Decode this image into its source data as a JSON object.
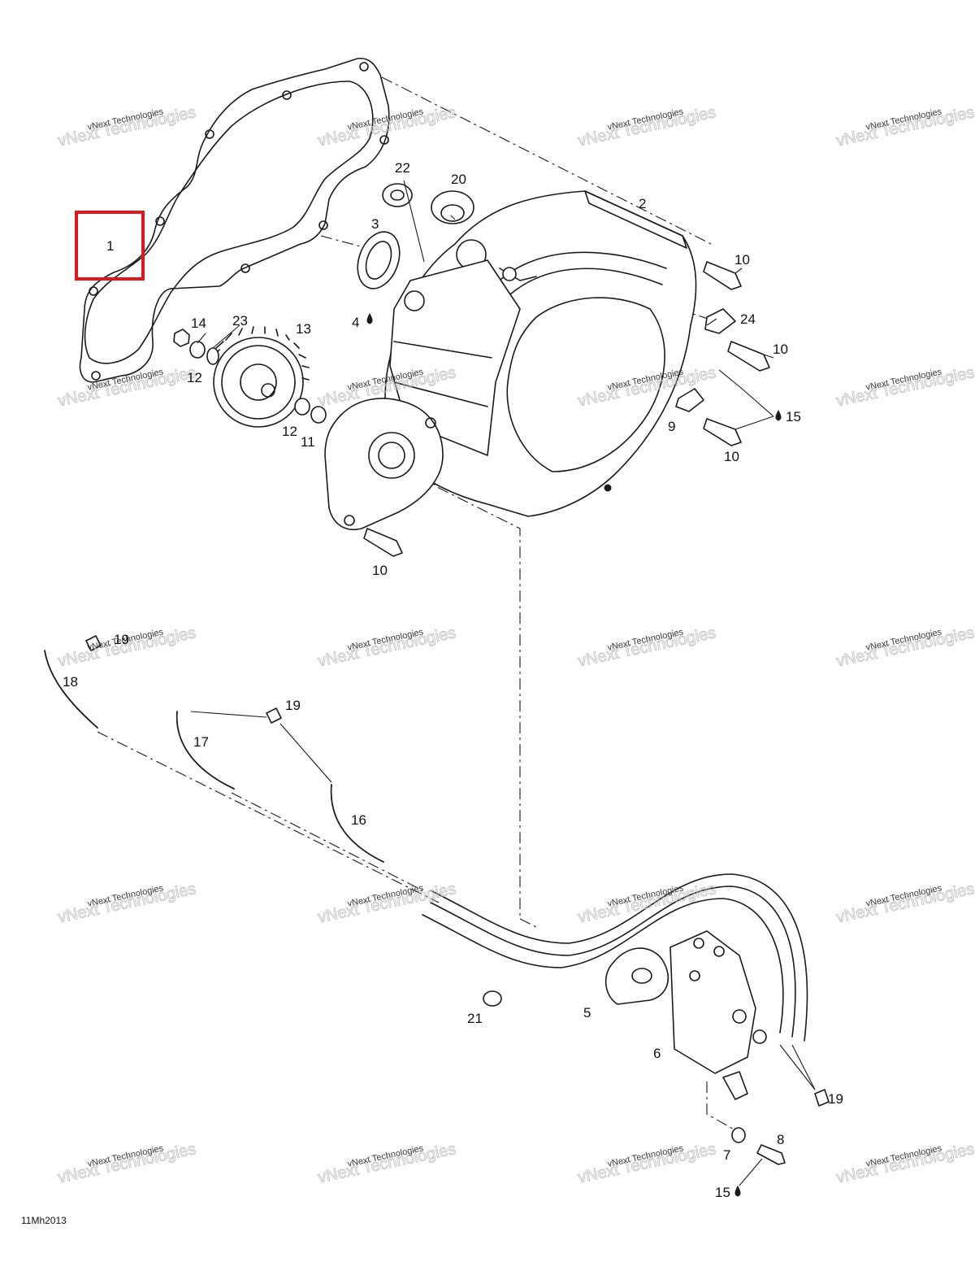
{
  "diagram": {
    "reference_code": "11Mh2013",
    "highlight": {
      "label": "1",
      "color": "#e0161b"
    },
    "watermark": {
      "line1": "vNext Technologies",
      "line2": "vNext Technologies"
    },
    "callouts": [
      {
        "id": "c1",
        "label": "1"
      },
      {
        "id": "c2",
        "label": "2"
      },
      {
        "id": "c3",
        "label": "3"
      },
      {
        "id": "c4",
        "label": "4"
      },
      {
        "id": "c5",
        "label": "5"
      },
      {
        "id": "c6",
        "label": "6"
      },
      {
        "id": "c7",
        "label": "7"
      },
      {
        "id": "c8",
        "label": "8"
      },
      {
        "id": "c9",
        "label": "9"
      },
      {
        "id": "c10a",
        "label": "10"
      },
      {
        "id": "c10b",
        "label": "10"
      },
      {
        "id": "c10c",
        "label": "10"
      },
      {
        "id": "c10d",
        "label": "10"
      },
      {
        "id": "c11",
        "label": "11"
      },
      {
        "id": "c12a",
        "label": "12"
      },
      {
        "id": "c12b",
        "label": "12"
      },
      {
        "id": "c13",
        "label": "13"
      },
      {
        "id": "c14",
        "label": "14"
      },
      {
        "id": "c15a",
        "label": "15"
      },
      {
        "id": "c15b",
        "label": "15"
      },
      {
        "id": "c16",
        "label": "16"
      },
      {
        "id": "c17",
        "label": "17"
      },
      {
        "id": "c18",
        "label": "18"
      },
      {
        "id": "c19a",
        "label": "19"
      },
      {
        "id": "c19b",
        "label": "19"
      },
      {
        "id": "c19c",
        "label": "19"
      },
      {
        "id": "c20",
        "label": "20"
      },
      {
        "id": "c21",
        "label": "21"
      },
      {
        "id": "c22",
        "label": "22"
      },
      {
        "id": "c23",
        "label": "23"
      },
      {
        "id": "c24",
        "label": "24"
      }
    ]
  }
}
